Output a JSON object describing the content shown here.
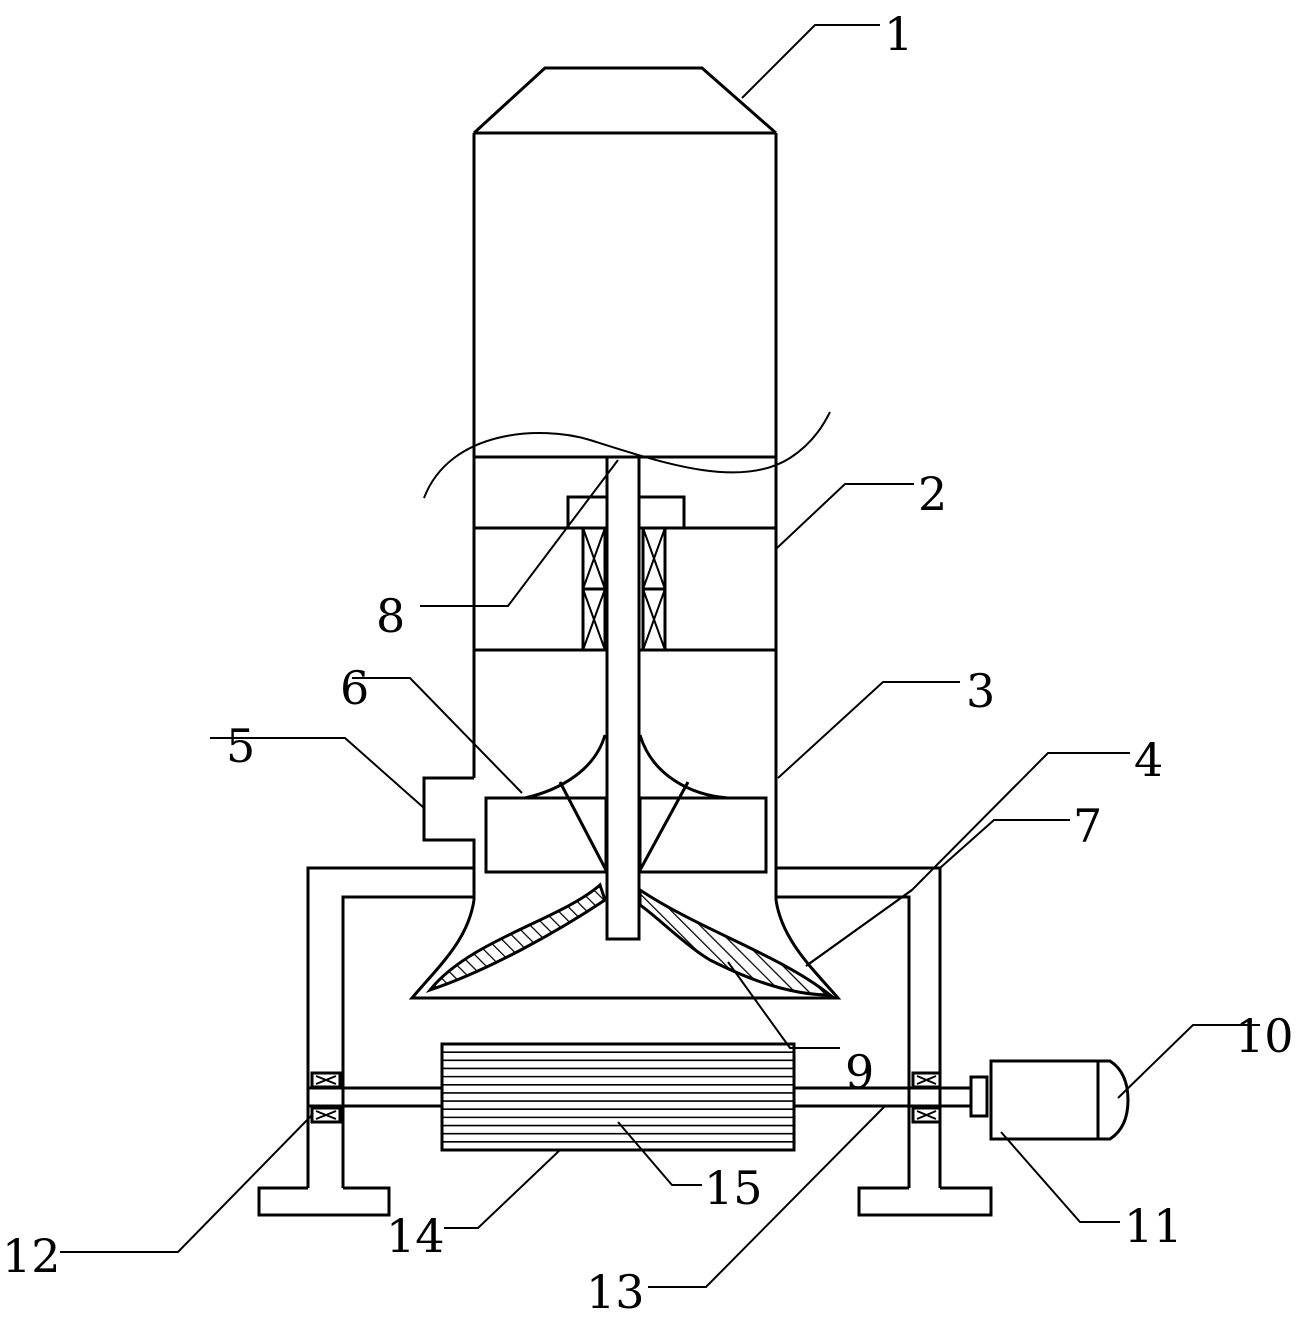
{
  "diagram": {
    "type": "patent-drawing",
    "callouts": [
      {
        "id": "1",
        "label": "1"
      },
      {
        "id": "2",
        "label": "2"
      },
      {
        "id": "3",
        "label": "3"
      },
      {
        "id": "4",
        "label": "4"
      },
      {
        "id": "5",
        "label": "5"
      },
      {
        "id": "6",
        "label": "6"
      },
      {
        "id": "7",
        "label": "7"
      },
      {
        "id": "8",
        "label": "8"
      },
      {
        "id": "9",
        "label": "9"
      },
      {
        "id": "10",
        "label": "10"
      },
      {
        "id": "11",
        "label": "11"
      },
      {
        "id": "12",
        "label": "12"
      },
      {
        "id": "13",
        "label": "13"
      },
      {
        "id": "14",
        "label": "14"
      },
      {
        "id": "15",
        "label": "15"
      }
    ]
  }
}
